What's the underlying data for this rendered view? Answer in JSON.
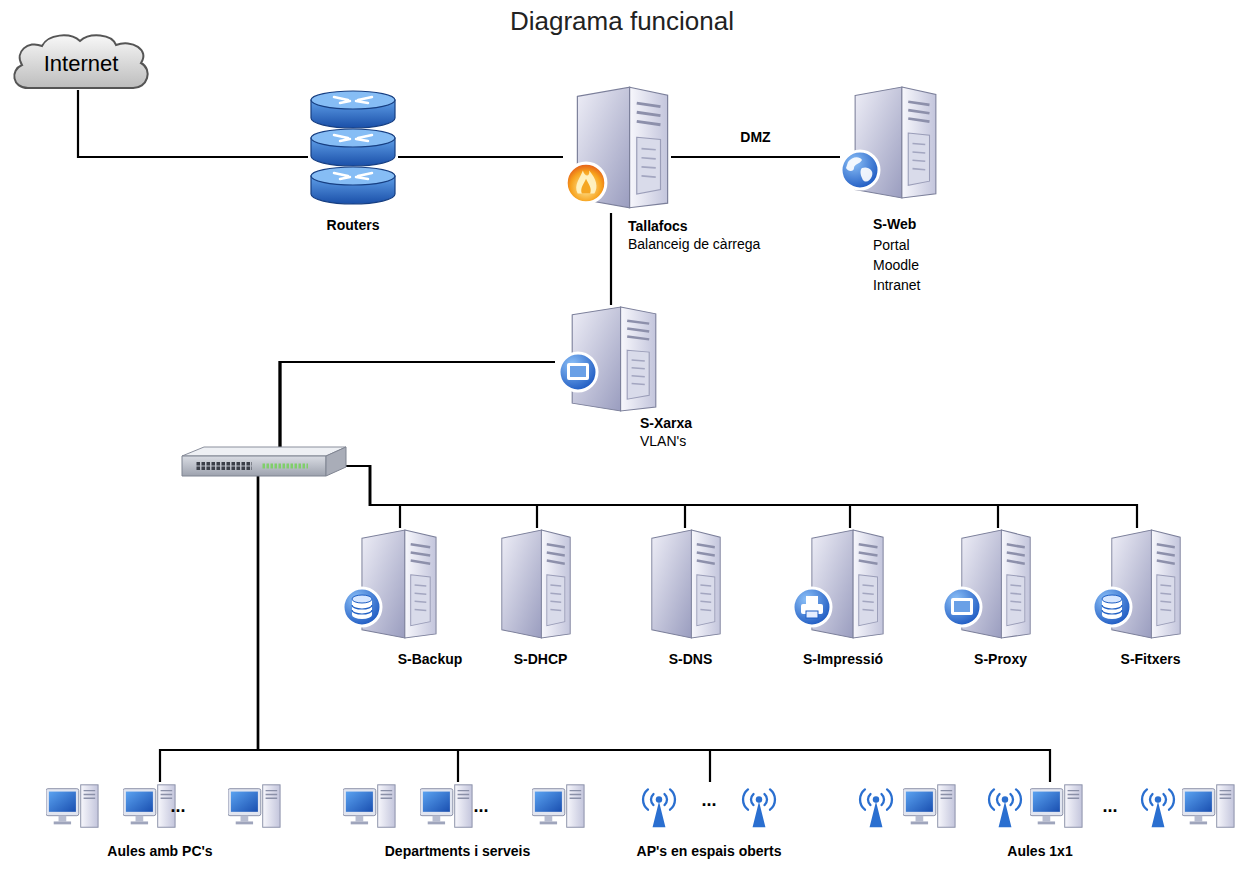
{
  "diagram": {
    "title": "Diagrama funcional",
    "nodes": [
      {
        "text": [
          "Internet"
        ]
      },
      {
        "text": [
          "Routers"
        ]
      },
      {
        "text": [
          "Tallafocs",
          "Balanceig de càrrega"
        ]
      },
      {
        "text": [
          "S-Web",
          "Portal Moodle Intranet"
        ]
      },
      {
        "text": [
          "S-Xarxa",
          "VLAN's"
        ]
      },
      {
        "text": [
          "S-Backup"
        ]
      },
      {
        "text": [
          "S-DHCP"
        ]
      },
      {
        "text": [
          "S-DNS"
        ]
      },
      {
        "text": [
          "S-Impressió"
        ]
      },
      {
        "text": [
          "S-Proxy"
        ]
      },
      {
        "text": [
          "S-Fitxers"
        ]
      },
      {
        "text": [
          "Aules amb PC's"
        ]
      },
      {
        "text": [
          "Departments i serveis"
        ]
      },
      {
        "text": [
          "AP's en espais oberts"
        ]
      },
      {
        "text": [
          "Aules 1x1"
        ]
      }
    ],
    "edges": [
      {
        "from": 0,
        "to": 1,
        "arrow": "none"
      },
      {
        "from": 1,
        "to": 2,
        "arrow": "none"
      },
      {
        "from": 2,
        "to": 3,
        "label": "DMZ",
        "arrow": "none"
      },
      {
        "from": 2,
        "to": 4,
        "arrow": "none"
      },
      {
        "from": 4,
        "to": 5,
        "arrow": "none"
      },
      {
        "from": 4,
        "to": 6,
        "arrow": "none"
      },
      {
        "from": 4,
        "to": 7,
        "arrow": "none"
      },
      {
        "from": 4,
        "to": 8,
        "arrow": "none"
      },
      {
        "from": 4,
        "to": 9,
        "arrow": "none"
      },
      {
        "from": 4,
        "to": 10,
        "arrow": "none"
      },
      {
        "from": 4,
        "to": 11,
        "arrow": "none"
      },
      {
        "from": 4,
        "to": 12,
        "arrow": "none"
      },
      {
        "from": 4,
        "to": 13,
        "arrow": "none"
      },
      {
        "from": 4,
        "to": 14,
        "arrow": "none"
      }
    ],
    "labels": [
      "...",
      "...",
      "...",
      "..."
    ]
  }
}
